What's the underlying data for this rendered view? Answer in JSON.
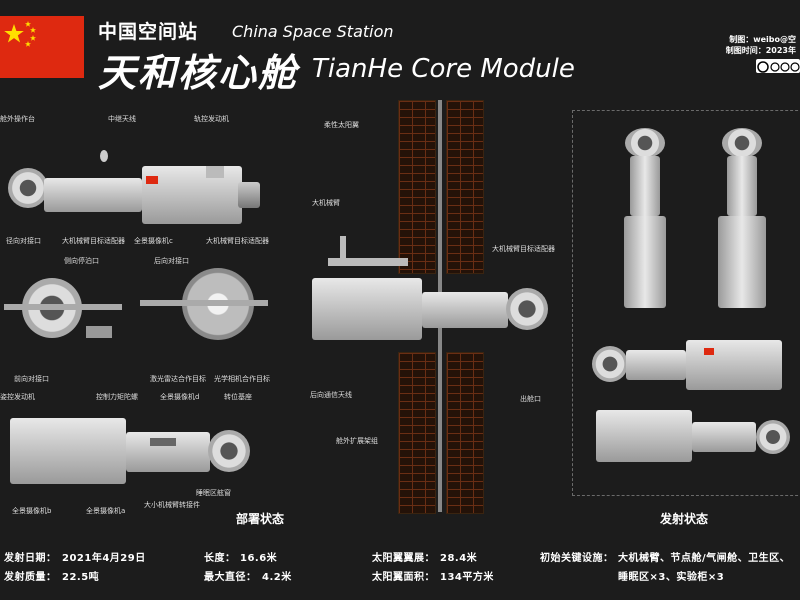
{
  "header": {
    "title_cn_small": "中国空间站",
    "title_en_small": "China Space Station",
    "title_cn_big": "天和核心舱",
    "title_en_big": "TianHe Core Module",
    "credit_line1": "制图：weibo@空",
    "credit_line2": "制图时间：2023年",
    "license_badge": "cc-by-nc-nd-icon"
  },
  "colors": {
    "flag_red": "#de2910",
    "flag_star": "#ffde00",
    "background": "#1c1c1c",
    "solar_cell": "#6a2e14"
  },
  "labels": {
    "top_view": {
      "external_platform": "舱外操作台",
      "relay_antenna": "中继天线",
      "orbit_engine": "轨控发动机",
      "radial_port": "径向对接口",
      "big_arm_adapter": "大机械臂目标适配器",
      "panorama_c": "全景摄像机c",
      "big_arm_adapter_2": "大机械臂目标适配器"
    },
    "ends": {
      "side_port": "侧向停泊口",
      "rear_port": "后向对接口",
      "front_port": "前向对接口",
      "laser_radar": "激光雷达合作目标",
      "optical_camera": "光学相机合作目标"
    },
    "bottom_view": {
      "attitude_engine": "姿控发动机",
      "control_gyro": "控制力矩陀螺",
      "panorama_d": "全景摄像机d",
      "transfer_base": "转位基座",
      "panorama_b": "全景摄像机b",
      "panorama_a": "全景摄像机a",
      "small_arm_handle": "大小机械臂转接件",
      "sleeping_pod": "睡眠区舷窗"
    },
    "deployed": {
      "flexible_solar": "柔性太阳翼",
      "big_arm": "大机械臂",
      "big_arm_adapter": "大机械臂目标适配器",
      "rear_comm_antenna": "后向通信天线",
      "external_payload": "舱外扩展架组",
      "exit_hatch": "出舱口"
    }
  },
  "sections": {
    "deployed_title": "部署状态",
    "launch_title": "发射状态"
  },
  "footer": {
    "launch_date_label": "发射日期：",
    "launch_date_value": "2021年4月29日",
    "launch_mass_label": "发射质量：",
    "launch_mass_value": "22.5吨",
    "length_label": "长度：",
    "length_value": "16.6米",
    "max_diameter_label": "最大直径：",
    "max_diameter_value": "4.2米",
    "solar_span_label": "太阳翼翼展：",
    "solar_span_value": "28.4米",
    "solar_area_label": "太阳翼面积：",
    "solar_area_value": "134平方米",
    "initial_facilities_label": "初始关键设施：",
    "initial_facilities_value": "大机械臂、节点舱/气闸舱、卫生区、",
    "initial_facilities_value2": "睡眠区×3、实验柜×3"
  }
}
